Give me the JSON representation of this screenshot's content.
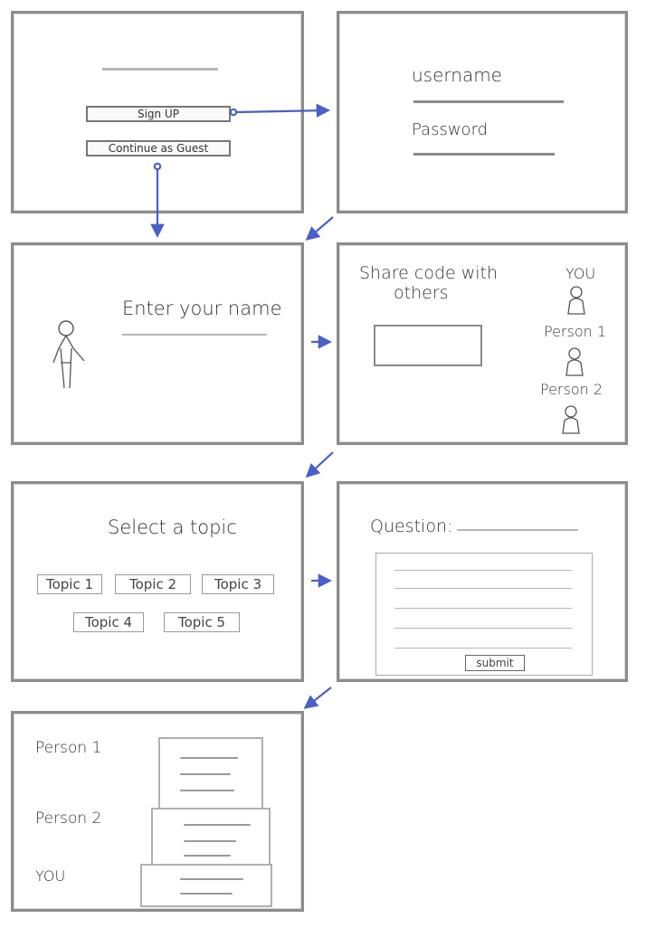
{
  "screens": {
    "landing": {
      "signup_label": "Sign UP",
      "guest_label": "Continue as Guest"
    },
    "login": {
      "username_label": "username",
      "password_label": "Password"
    },
    "name_entry": {
      "prompt": "Enter your name"
    },
    "share": {
      "title_line1": "Share code with",
      "title_line2": "others",
      "participants": [
        "YOU",
        "Person 1",
        "Person 2"
      ]
    },
    "topics": {
      "title": "Select a topic",
      "items": [
        "Topic 1",
        "Topic 2",
        "Topic 3",
        "Topic 4",
        "Topic 5"
      ]
    },
    "question": {
      "label": "Question:",
      "submit_label": "submit"
    },
    "responses": {
      "people": [
        "Person 1",
        "Person 2",
        "YOU"
      ]
    }
  },
  "colors": {
    "arrow": "#4a5fc8",
    "sketch_line": "#8a8a8a",
    "frame": "#8c8c8c"
  }
}
